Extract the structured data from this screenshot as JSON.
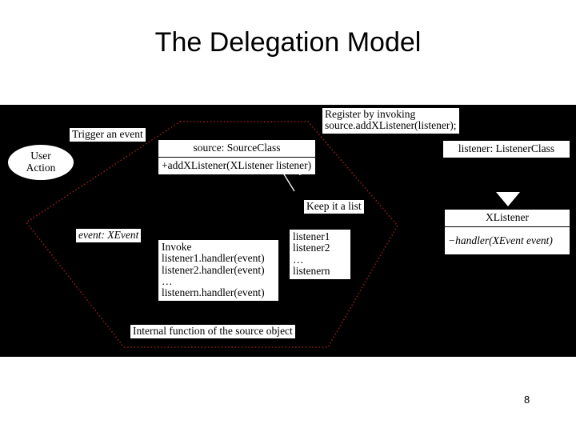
{
  "slide": {
    "title": "The Delegation Model",
    "page_number": "8",
    "background_color": "#ffffff",
    "diagram_background_color": "#000000",
    "path_color": "#8b1a1a"
  },
  "diagram": {
    "user_action": {
      "line1": "User",
      "line2": "Action"
    },
    "trigger_label": "Trigger an event",
    "register_note": {
      "line1": "Register by invoking",
      "line2": "source.addXListener(listener);"
    },
    "source_class": {
      "header": "source: SourceClass",
      "method": "+addXListener(XListener listener)"
    },
    "listener_object": {
      "header": "listener: ListenerClass"
    },
    "keep_list_label": "Keep it a list",
    "listener_list": {
      "items": "listener1\nlistener2\n…\nlistenern"
    },
    "xlistener_interface": {
      "header": "XListener",
      "method": "−handler(XEvent event)"
    },
    "event_label": "event: XEvent",
    "invoke_box": {
      "text": "Invoke\nlistener1.handler(event)\nlistener2.handler(event)\n…\nlistenern.handler(event)"
    },
    "internal_function_label": "Internal function of the source object"
  }
}
